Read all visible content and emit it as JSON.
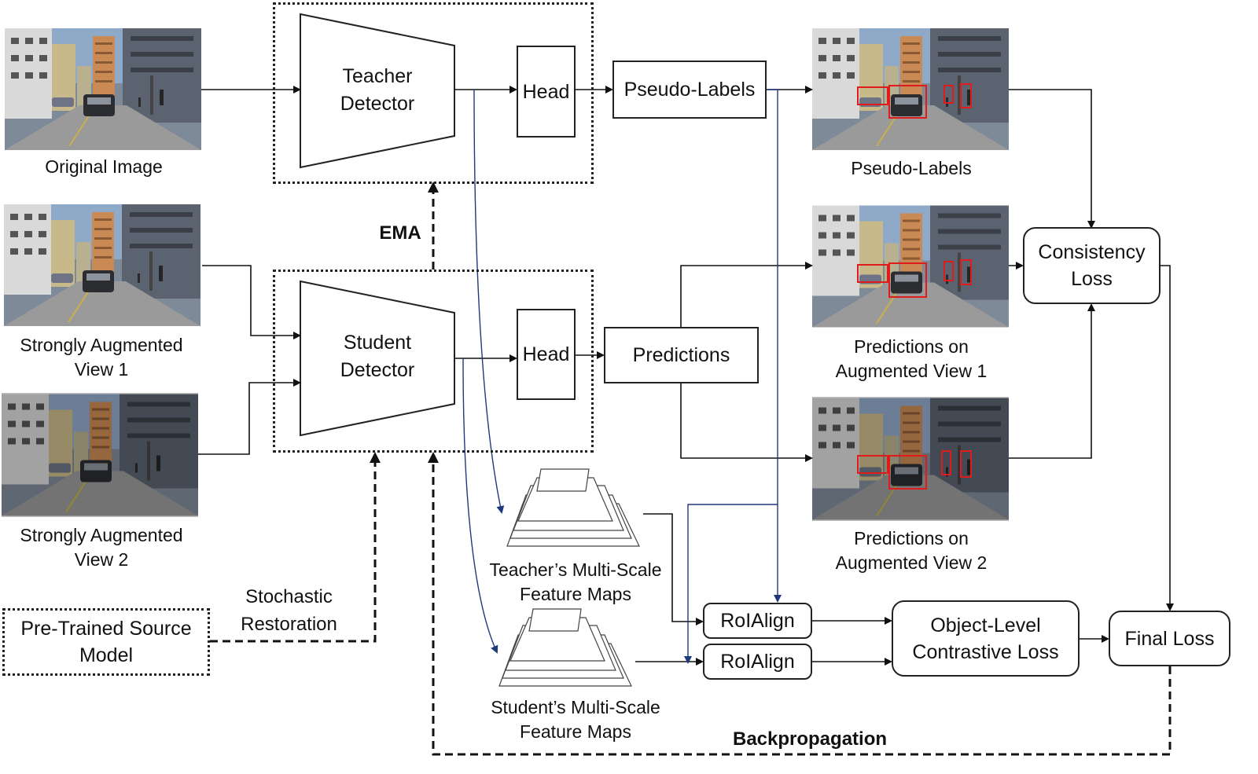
{
  "images": {
    "original": "Original Image",
    "aug1": [
      "Strongly Augmented",
      "View 1"
    ],
    "aug2": [
      "Strongly Augmented",
      "View 2"
    ],
    "pseudo": "Pseudo-Labels",
    "pred1": [
      "Predictions on",
      "Augmented View 1"
    ],
    "pred2": [
      "Predictions on",
      "Augmented View 2"
    ]
  },
  "teacher": {
    "detector": [
      "Teacher",
      "Detector"
    ],
    "head": "Head"
  },
  "student": {
    "detector": [
      "Student",
      "Detector"
    ],
    "head": "Head"
  },
  "boxes": {
    "pseudo_labels": "Pseudo-Labels",
    "predictions": "Predictions",
    "consistency": [
      "Consistency",
      "Loss"
    ],
    "roialign": "RoIAlign",
    "contrastive": [
      "Object-Level",
      "Contrastive Loss"
    ],
    "final": "Final Loss",
    "source": [
      "Pre-Trained Source",
      "Model"
    ]
  },
  "features": {
    "teacher": [
      "Teacher’s Multi-Scale",
      "Feature Maps"
    ],
    "student": [
      "Student’s Multi-Scale",
      "Feature Maps"
    ]
  },
  "edges": {
    "ema": "EMA",
    "stochastic": [
      "Stochastic",
      "Restoration"
    ],
    "backprop": "Backpropagation"
  },
  "colors": {
    "accent": "#1f3a7a",
    "bbox": "#e01b1b"
  }
}
